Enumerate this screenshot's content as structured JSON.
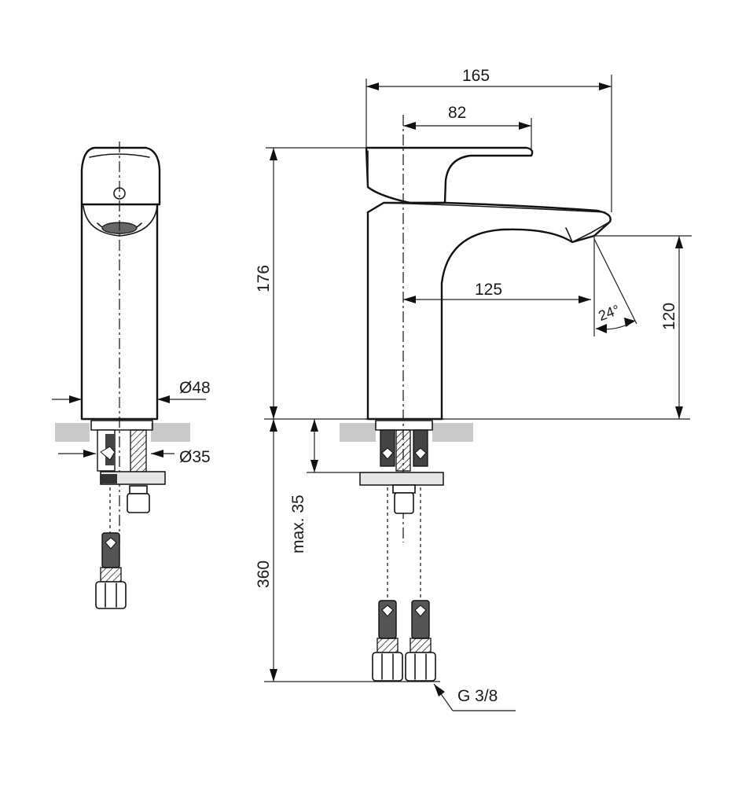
{
  "drawing": {
    "dimensions": {
      "total_length": "165",
      "handle_length": "82",
      "height": "176",
      "spout_reach": "125",
      "spout_angle": "24°",
      "outlet_height": "120",
      "body_diameter": "Ø48",
      "hole_diameter": "Ø35",
      "max_counter_thickness": "max. 35",
      "hose_length": "360",
      "thread": "G 3/8"
    }
  }
}
